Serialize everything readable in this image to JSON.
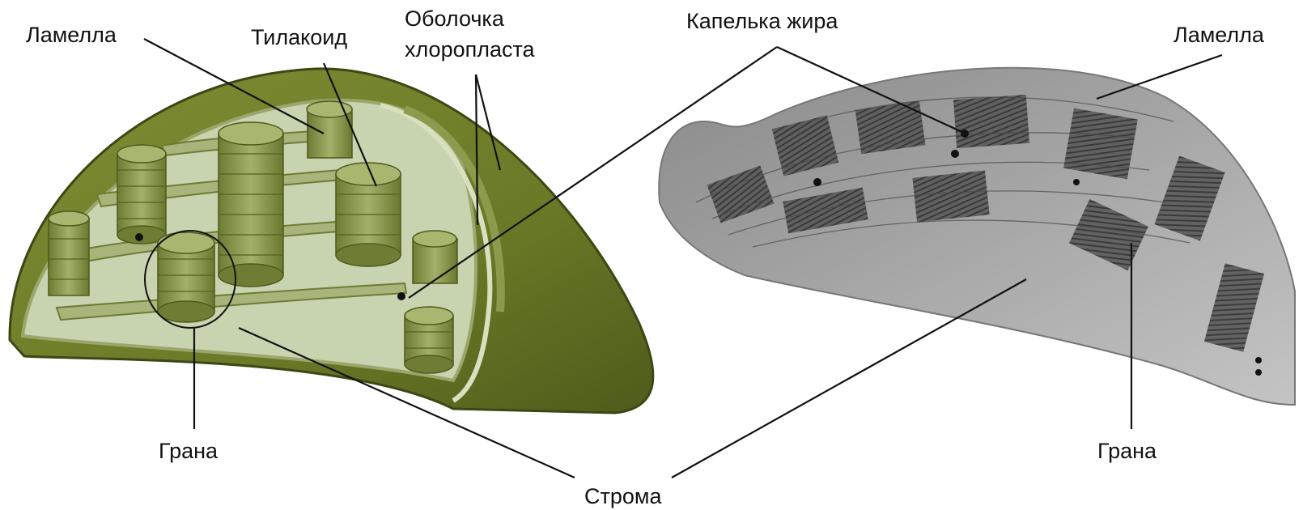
{
  "labels": {
    "lamella_left": "Ламелла",
    "thylakoid": "Тилакоид",
    "envelope_line1": "Оболочка",
    "envelope_line2": "хлоропласта",
    "lipid_droplet": "Капелька жира",
    "lamella_right": "Ламелла",
    "grana_left": "Грана",
    "grana_right": "Грана",
    "stroma": "Строма"
  },
  "colors": {
    "envelope_outer": "#6f7d2a",
    "envelope_dark": "#4e5a1c",
    "inner_stroma": "#c9d4b2",
    "granum": "#8c9a4e",
    "micrograph_bg": "#b9b9b9",
    "micrograph_dark": "#3c3c3c"
  }
}
